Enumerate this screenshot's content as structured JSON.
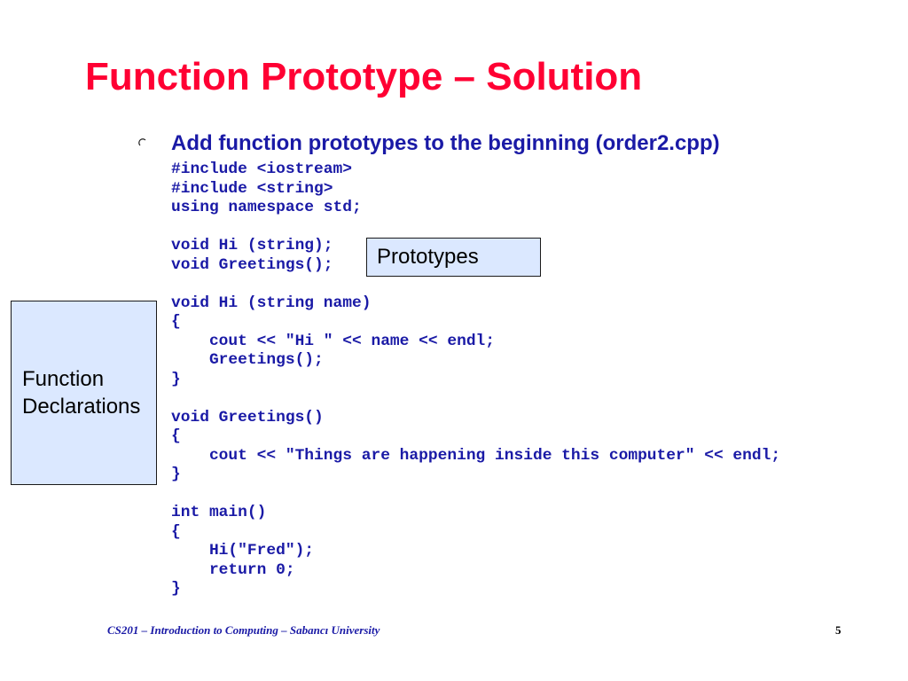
{
  "slide": {
    "title": "Function Prototype – Solution",
    "bullet": {
      "icon": "circle-bullet-icon",
      "text": "Add function prototypes to the beginning (order2.cpp)"
    },
    "code_lines": [
      "#include <iostream>",
      "#include <string>",
      "using namespace std;",
      "",
      "void Hi (string);",
      "void Greetings();",
      "",
      "void Hi (string name)",
      "{",
      "    cout << \"Hi \" << name << endl;",
      "    Greetings();",
      "}",
      "",
      "void Greetings()",
      "{",
      "    cout << \"Things are happening inside this computer\" << endl;",
      "}",
      "",
      "int main()",
      "{",
      "    Hi(\"Fred\");",
      "    return 0;",
      "}"
    ],
    "callouts": {
      "prototypes": "Prototypes",
      "declarations_line1": "Function",
      "declarations_line2": "Declarations"
    },
    "footer": {
      "text": "CS201 – Introduction to Computing – Sabancı University",
      "page_number": "5"
    },
    "colors": {
      "title": "#ff0033",
      "text": "#1a1aa6",
      "callout_fill": "#dbe8ff"
    }
  }
}
